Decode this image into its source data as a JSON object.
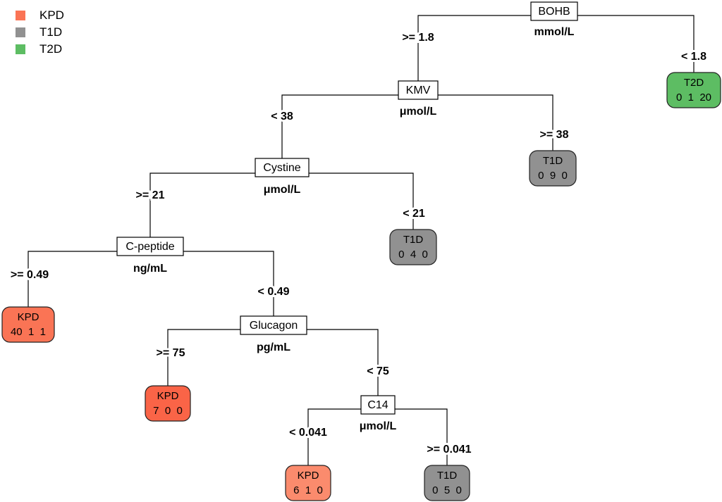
{
  "legend": {
    "items": [
      {
        "label": "KPD",
        "color": "#fa7455"
      },
      {
        "label": "T1D",
        "color": "#919191"
      },
      {
        "label": "T2D",
        "color": "#5dbd63"
      }
    ]
  },
  "tree": {
    "splits": [
      {
        "id": "bohb",
        "variable": "BOHB",
        "unit": "mmol/L"
      },
      {
        "id": "kmv",
        "variable": "KMV",
        "unit": "μmol/L"
      },
      {
        "id": "cystine",
        "variable": "Cystine",
        "unit": "μmol/L"
      },
      {
        "id": "cpeptide",
        "variable": "C-peptide",
        "unit": "ng/mL"
      },
      {
        "id": "glucagon",
        "variable": "Glucagon",
        "unit": "pg/mL"
      },
      {
        "id": "c14",
        "variable": "C14",
        "unit": "μmol/L"
      }
    ],
    "edges": [
      {
        "from": "bohb",
        "to": "kmv",
        "label": ">= 1.8"
      },
      {
        "from": "bohb",
        "to": "leaf_t2d",
        "label": "< 1.8"
      },
      {
        "from": "kmv",
        "to": "cystine",
        "label": "< 38"
      },
      {
        "from": "kmv",
        "to": "leaf_t1d_a",
        "label": ">= 38"
      },
      {
        "from": "cystine",
        "to": "cpeptide",
        "label": ">= 21"
      },
      {
        "from": "cystine",
        "to": "leaf_t1d_b",
        "label": "< 21"
      },
      {
        "from": "cpeptide",
        "to": "leaf_kpd_a",
        "label": ">= 0.49"
      },
      {
        "from": "cpeptide",
        "to": "glucagon",
        "label": "< 0.49"
      },
      {
        "from": "glucagon",
        "to": "leaf_kpd_b",
        "label": ">= 75"
      },
      {
        "from": "glucagon",
        "to": "c14",
        "label": "< 75"
      },
      {
        "from": "c14",
        "to": "leaf_kpd_c",
        "label": "< 0.041"
      },
      {
        "from": "c14",
        "to": "leaf_t1d_c",
        "label": ">= 0.041"
      }
    ],
    "leaves": [
      {
        "id": "leaf_t2d",
        "class": "T2D",
        "counts": "0  1  20",
        "color": "#5dbd63"
      },
      {
        "id": "leaf_t1d_a",
        "class": "T1D",
        "counts": "0  9  0",
        "color": "#919191"
      },
      {
        "id": "leaf_t1d_b",
        "class": "T1D",
        "counts": "0  4  0",
        "color": "#919191"
      },
      {
        "id": "leaf_kpd_a",
        "class": "KPD",
        "counts": "40  1  1",
        "color": "#fa7455"
      },
      {
        "id": "leaf_kpd_b",
        "class": "KPD",
        "counts": "7  0  0",
        "color": "#fa6447"
      },
      {
        "id": "leaf_kpd_c",
        "class": "KPD",
        "counts": "6  1  0",
        "color": "#fb8b6d"
      },
      {
        "id": "leaf_t1d_c",
        "class": "T1D",
        "counts": "0  5  0",
        "color": "#919191"
      }
    ]
  }
}
